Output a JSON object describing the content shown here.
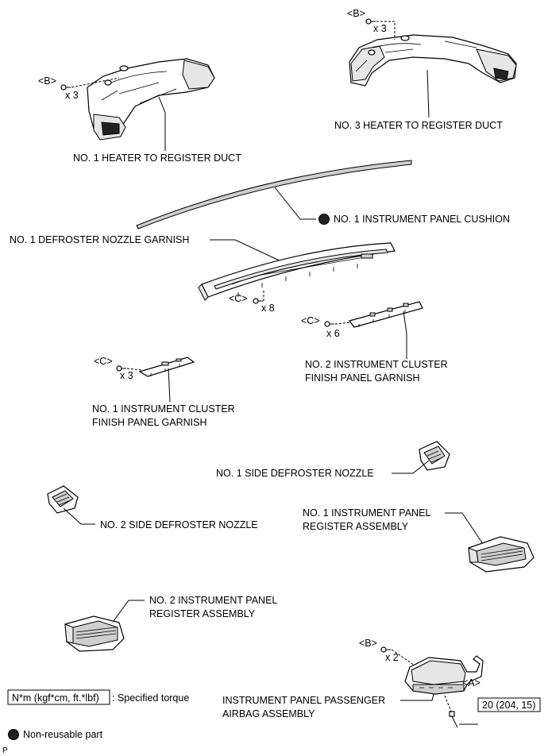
{
  "labels": {
    "heater_duct_1": "NO. 1 HEATER TO REGISTER DUCT",
    "heater_duct_3": "NO. 3 HEATER TO REGISTER DUCT",
    "panel_cushion": "NO. 1 INSTRUMENT PANEL CUSHION",
    "defroster_garnish": "NO. 1 DEFROSTER NOZZLE GARNISH",
    "cluster_garnish_2_line1": "NO. 2 INSTRUMENT CLUSTER",
    "cluster_garnish_2_line2": "FINISH PANEL GARNISH",
    "cluster_garnish_1_line1": "NO. 1 INSTRUMENT CLUSTER",
    "cluster_garnish_1_line2": "FINISH PANEL GARNISH",
    "side_nozzle_1": "NO. 1 SIDE DEFROSTER NOZZLE",
    "side_nozzle_2": "NO. 2 SIDE DEFROSTER NOZZLE",
    "register_1_line1": "NO. 1 INSTRUMENT PANEL",
    "register_1_line2": "REGISTER ASSEMBLY",
    "register_2_line1": "NO. 2 INSTRUMENT PANEL",
    "register_2_line2": "REGISTER ASSEMBLY",
    "airbag_line1": "INSTRUMENT PANEL PASSENGER",
    "airbag_line2": "AIRBAG ASSEMBLY"
  },
  "fasteners": {
    "b_tag": "<B>",
    "c_tag": "<C>",
    "a_tag": "<A>",
    "qty_3": "x 3",
    "qty_8": "x 8",
    "qty_6": "x 6",
    "qty_2": "x 2"
  },
  "torque_value": "20 (204, 15)",
  "legend": {
    "torque_units": "N*m (kgf*cm, ft.*lbf)",
    "torque_text": ": Specified torque",
    "nonreusable_text": "Non-reusable part"
  },
  "corner_mark": "P"
}
